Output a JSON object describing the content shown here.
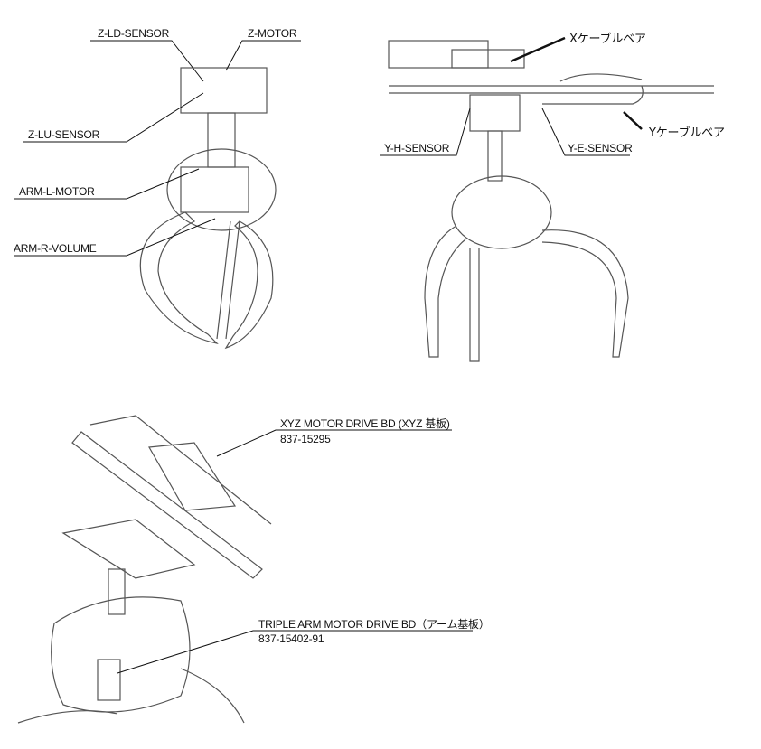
{
  "figure_top_left": {
    "labels": [
      "Z-LD-SENSOR",
      "Z-MOTOR",
      "Z-LU-SENSOR",
      "ARM-L-MOTOR",
      "ARM-R-VOLUME"
    ]
  },
  "figure_top_right": {
    "labels": [
      "Xケーブルベア",
      "Yケーブルベア",
      "Y-H-SENSOR",
      "Y-E-SENSOR"
    ]
  },
  "figure_bottom": {
    "xyz_board": {
      "name": "XYZ MOTOR DRIVE BD (XYZ 基板)",
      "part_no": "837-15295"
    },
    "arm_board": {
      "name": "TRIPLE ARM MOTOR DRIVE BD（アーム基板）",
      "part_no": "837-15402-91"
    }
  },
  "colors": {
    "line": "#111111",
    "drawing": "#555555"
  }
}
